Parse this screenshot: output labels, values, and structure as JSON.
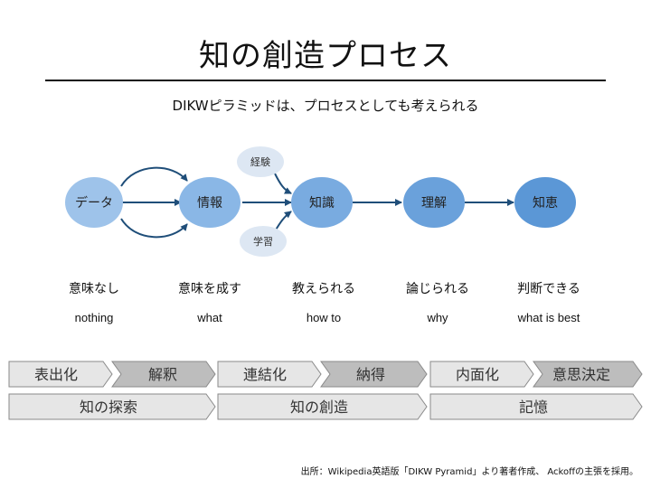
{
  "title": "知の創造プロセス",
  "subtitle": "DIKWピラミッドは、プロセスとしても考えられる",
  "nodes": [
    {
      "label": "データ",
      "color": "#9ec3ea"
    },
    {
      "label": "情報",
      "color": "#8ab7e6"
    },
    {
      "label": "知識",
      "color": "#79abe0"
    },
    {
      "label": "理解",
      "color": "#6aa1db"
    },
    {
      "label": "知恵",
      "color": "#5b97d6"
    }
  ],
  "inputs": {
    "top": "経験",
    "bottom": "学習",
    "color": "#dde7f3"
  },
  "meanings": [
    "意味なし",
    "意味を成す",
    "教えられる",
    "論じられる",
    "判断できる"
  ],
  "english": [
    "nothing",
    "what",
    "how to",
    "why",
    "what is best"
  ],
  "stages_row1": [
    {
      "label": "表出化",
      "fill": "#e6e6e6"
    },
    {
      "label": "解釈",
      "fill": "#bdbdbd"
    },
    {
      "label": "連結化",
      "fill": "#e6e6e6"
    },
    {
      "label": "納得",
      "fill": "#bdbdbd"
    },
    {
      "label": "内面化",
      "fill": "#e6e6e6"
    },
    {
      "label": "意思決定",
      "fill": "#bdbdbd"
    }
  ],
  "stages_row2": [
    {
      "label": "知の探索"
    },
    {
      "label": "知の創造"
    },
    {
      "label": "記憶"
    }
  ],
  "source": "出所：Wikipedia英語版「DIKW Pyramid」より著者作成、 Ackoffの主張を採用。",
  "arrow_color": "#1f4e79"
}
